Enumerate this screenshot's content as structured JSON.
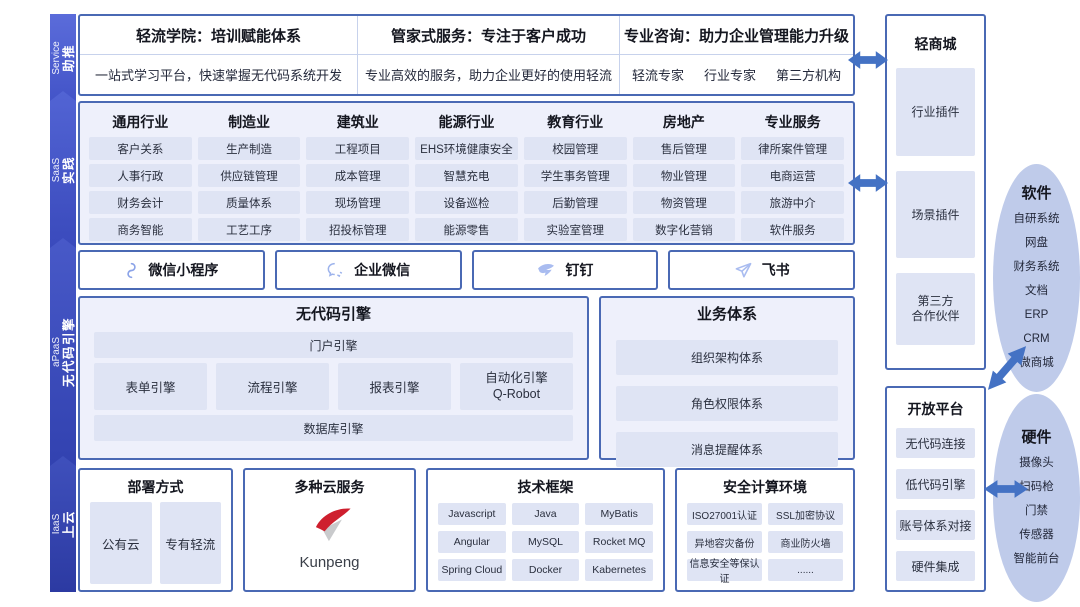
{
  "sidebar": {
    "layers": [
      {
        "en": "Service",
        "zh": "助推"
      },
      {
        "en": "SaaS",
        "zh": "实践"
      },
      {
        "en": "aPaaS",
        "zh": "无代码引擎"
      },
      {
        "en": "IaaS",
        "zh": "上云"
      }
    ]
  },
  "service": {
    "sections": [
      {
        "title": "轻流学院：培训赋能体系",
        "subtitle": "一站式学习平台，快速掌握无代码系统开发"
      },
      {
        "title": "管家式服务：专注于客户成功",
        "subtitle": "专业高效的服务，助力企业更好的使用轻流"
      },
      {
        "title": "专业咨询：助力企业管理能力升级",
        "experts": [
          "轻流专家",
          "行业专家",
          "第三方机构"
        ]
      }
    ]
  },
  "saas": {
    "columns": [
      {
        "title": "通用行业",
        "items": [
          "客户关系",
          "人事行政",
          "财务会计",
          "商务智能"
        ]
      },
      {
        "title": "制造业",
        "items": [
          "生产制造",
          "供应链管理",
          "质量体系",
          "工艺工序"
        ]
      },
      {
        "title": "建筑业",
        "items": [
          "工程项目",
          "成本管理",
          "现场管理",
          "招投标管理"
        ]
      },
      {
        "title": "能源行业",
        "items": [
          "EHS环境健康安全",
          "智慧充电",
          "设备巡检",
          "能源零售"
        ]
      },
      {
        "title": "教育行业",
        "items": [
          "校园管理",
          "学生事务管理",
          "后勤管理",
          "实验室管理"
        ]
      },
      {
        "title": "房地产",
        "items": [
          "售后管理",
          "物业管理",
          "物资管理",
          "数字化营销"
        ]
      },
      {
        "title": "专业服务",
        "items": [
          "律所案件管理",
          "电商运营",
          "旅游中介",
          "软件服务"
        ]
      }
    ]
  },
  "integrations": [
    {
      "icon": "wechat-miniprogram-icon",
      "label": "微信小程序"
    },
    {
      "icon": "wecom-icon",
      "label": "企业微信"
    },
    {
      "icon": "dingtalk-icon",
      "label": "钉钉"
    },
    {
      "icon": "feishu-icon",
      "label": "飞书"
    }
  ],
  "apaas": {
    "nocode": {
      "title": "无代码引擎",
      "portal": "门户引擎",
      "engines": [
        "表单引擎",
        "流程引擎",
        "报表引擎",
        "自动化引擎\nQ-Robot"
      ],
      "database": "数据库引擎"
    },
    "business": {
      "title": "业务体系",
      "items": [
        "组织架构体系",
        "角色权限体系",
        "消息提醒体系"
      ]
    }
  },
  "iaas": {
    "deploy": {
      "title": "部署方式",
      "items": [
        "公有云",
        "专有轻流"
      ]
    },
    "cloud": {
      "title": "多种云服务",
      "logo_text": "Kunpeng"
    },
    "tech": {
      "title": "技术框架",
      "items": [
        "Javascript",
        "Java",
        "MyBatis",
        "Angular",
        "MySQL",
        "Rocket MQ",
        "Spring Cloud",
        "Docker",
        "Kabernetes"
      ]
    },
    "security": {
      "title": "安全计算环境",
      "items": [
        "ISO27001认证",
        "SSL加密协议",
        "异地容灾备份",
        "商业防火墙",
        "信息安全等保认证",
        "......"
      ]
    }
  },
  "right_column": {
    "mall": {
      "title": "轻商城",
      "items": [
        "行业插件",
        "场景插件",
        "第三方\n合作伙伴"
      ]
    },
    "open_platform": {
      "title": "开放平台",
      "items": [
        "无代码连接",
        "低代码引擎",
        "账号体系对接",
        "硬件集成"
      ]
    }
  },
  "ecosystem": {
    "software": {
      "title": "软件",
      "items": [
        "自研系统",
        "网盘",
        "财务系统",
        "文档",
        "ERP",
        "CRM",
        "微商城"
      ]
    },
    "hardware": {
      "title": "硬件",
      "items": [
        "摄像头",
        "扫码枪",
        "门禁",
        "传感器",
        "智能前台"
      ]
    }
  },
  "colors": {
    "accent_blue": "#4472C4",
    "border_blue": "#4a69b4",
    "panel_lavender": "#eef0fb",
    "cell_lavender": "#dfe4f4",
    "oval_blue": "#bfcbea",
    "sidebar_top": "#5b6cda",
    "sidebar_bottom": "#2c3aa2",
    "kunpeng_red": "#ce1f2e"
  }
}
